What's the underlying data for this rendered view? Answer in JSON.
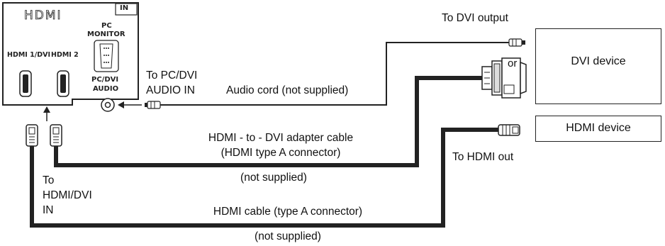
{
  "panel": {
    "logo": "HDMI",
    "in_badge": "IN",
    "pc_monitor_line1": "PC",
    "pc_monitor_line2": "MONITOR",
    "hdmi1_label": "HDMI 1/DVI",
    "hdmi2_label": "HDMI 2",
    "pcdvi_audio_line1": "PC/DVI",
    "pcdvi_audio_line2": "AUDIO"
  },
  "labels": {
    "to_pcdvi_audio_in_line1": "To PC/DVI",
    "to_pcdvi_audio_in_line2": "AUDIO IN",
    "audio_cord": "Audio cord (not supplied)",
    "to_dvi_output": "To DVI output",
    "or": "or",
    "adapter_cable_line1": "HDMI - to - DVI adapter cable",
    "adapter_cable_line2": "(HDMI type A connector)",
    "adapter_not_supplied": "(not supplied)",
    "to_hdmi_out": "To HDMI out",
    "to_hdmi_dvi_in_line1": "To",
    "to_hdmi_dvi_in_line2": "HDMI/DVI",
    "to_hdmi_dvi_in_line3": "IN",
    "hdmi_cable": "HDMI cable (type A connector)",
    "hdmi_cable_not_supplied": "(not supplied)"
  },
  "devices": {
    "dvi_device": "DVI device",
    "hdmi_device": "HDMI device"
  }
}
